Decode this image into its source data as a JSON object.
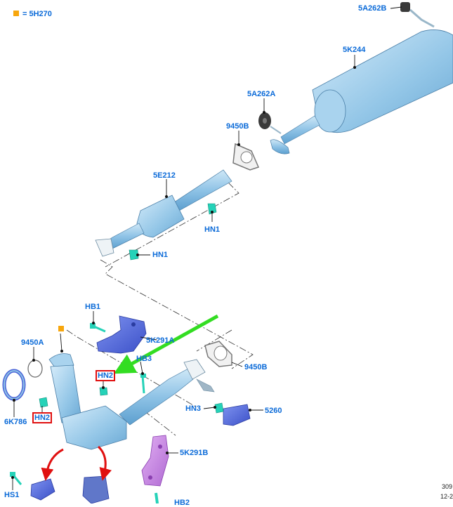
{
  "legend": {
    "marker_color": "#f7a60d",
    "text": "= 5H270"
  },
  "labels": {
    "a5A262B": "5A262B",
    "a5K244": "5K244",
    "a5A262A": "5A262A",
    "a9450B_top": "9450B",
    "a5E212": "5E212",
    "aHN1_a": "HN1",
    "aHN1_b": "HN1",
    "aHB1": "HB1",
    "a5K291A": "5K291A",
    "a9450A": "9450A",
    "aHB3": "HB3",
    "aHN2_a": "HN2",
    "a9450B_low": "9450B",
    "aHN3": "HN3",
    "a5260": "5260",
    "a6K786": "6K786",
    "aHN2_b": "HN2",
    "a5K291B": "5K291B",
    "aHS1": "HS1",
    "aHB2": "HB2"
  },
  "corner": {
    "line1": "309",
    "line2": "12-2"
  },
  "colors": {
    "label": "#0a6ad8",
    "highlight_box": "#e01010",
    "arrow_green": "#33dd22",
    "arrow_red": "#e01010",
    "part_blue": "#8fc3e6",
    "bracket_blue": "#4a63d8",
    "bracket_purple": "#c37adf",
    "fastener_teal": "#25d2b8"
  }
}
